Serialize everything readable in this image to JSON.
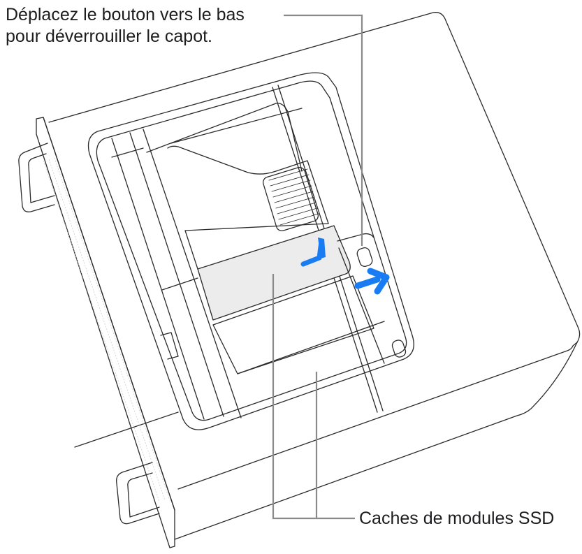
{
  "figure": {
    "subject": "Mac Pro (rack) with top cover open, SSD module covers",
    "accent_color": "#1a7cf2",
    "line_color": "#2a2a2a",
    "highlight_fill": "#ececec",
    "leader_color": "#8a8a8a"
  },
  "callouts": {
    "top": {
      "line1": "Déplacez le bouton vers le bas",
      "line2": "pour déverrouiller le capot."
    },
    "bottom": {
      "label": "Caches de modules SSD"
    }
  },
  "icons": {
    "slide_down_arrow": "bent-arrow-icon",
    "slide_right_arrow": "arrow-right-icon"
  }
}
